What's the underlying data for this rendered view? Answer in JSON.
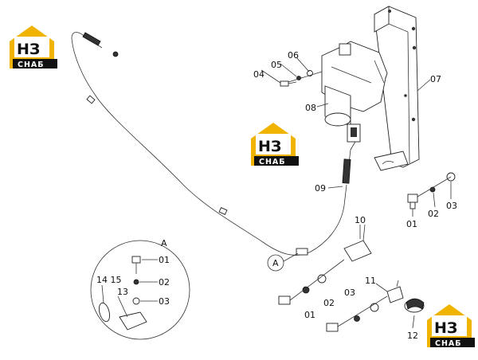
{
  "callouts": {
    "c01a": "01",
    "c01b": "01",
    "c01c": "01",
    "c02a": "02",
    "c02b": "02",
    "c02c": "02",
    "c03a": "03",
    "c03b": "03",
    "c03c": "03",
    "c04": "04",
    "c05": "05",
    "c06": "06",
    "c07": "07",
    "c08": "08",
    "c09": "09",
    "c10": "10",
    "c11": "11",
    "c12": "12",
    "c13": "13",
    "c14_15": "14 15",
    "detail_ref": "A",
    "detail_title": "A"
  },
  "logo": {
    "mark": "НЗ",
    "sub": "СНАБ",
    "accent": "#f0b400"
  }
}
